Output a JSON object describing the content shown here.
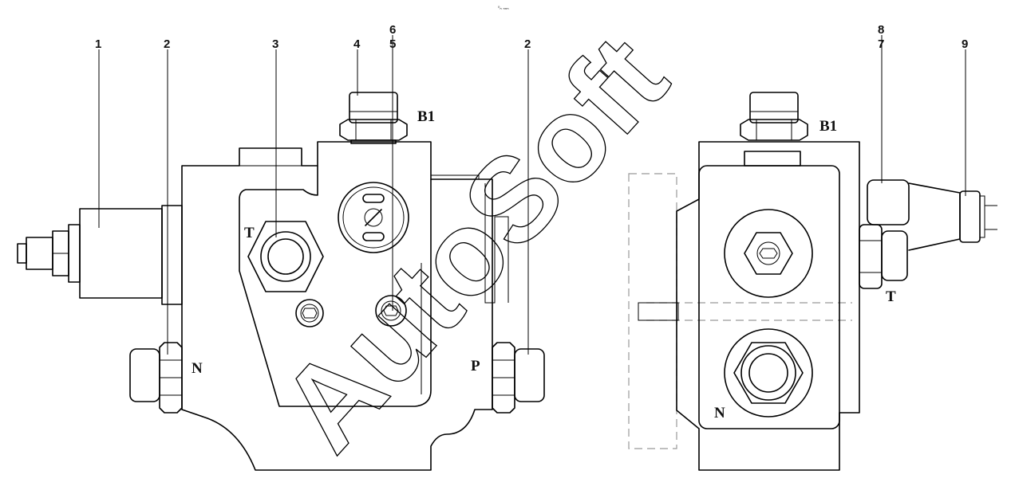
{
  "caption": "⁰ₙ ₙₙₙ",
  "callouts": {
    "c1": "1",
    "c2_left": "2",
    "c3": "3",
    "c4": "4",
    "c5": "5",
    "c6": "6",
    "c2_right": "2",
    "c7": "7",
    "c8": "8",
    "c9": "9"
  },
  "port_labels": {
    "front_b1": "B1",
    "front_t": "T",
    "front_n": "N",
    "front_p": "P",
    "side_b1": "B1",
    "side_t": "T",
    "side_n": "N"
  },
  "watermark": "AutoSoft"
}
